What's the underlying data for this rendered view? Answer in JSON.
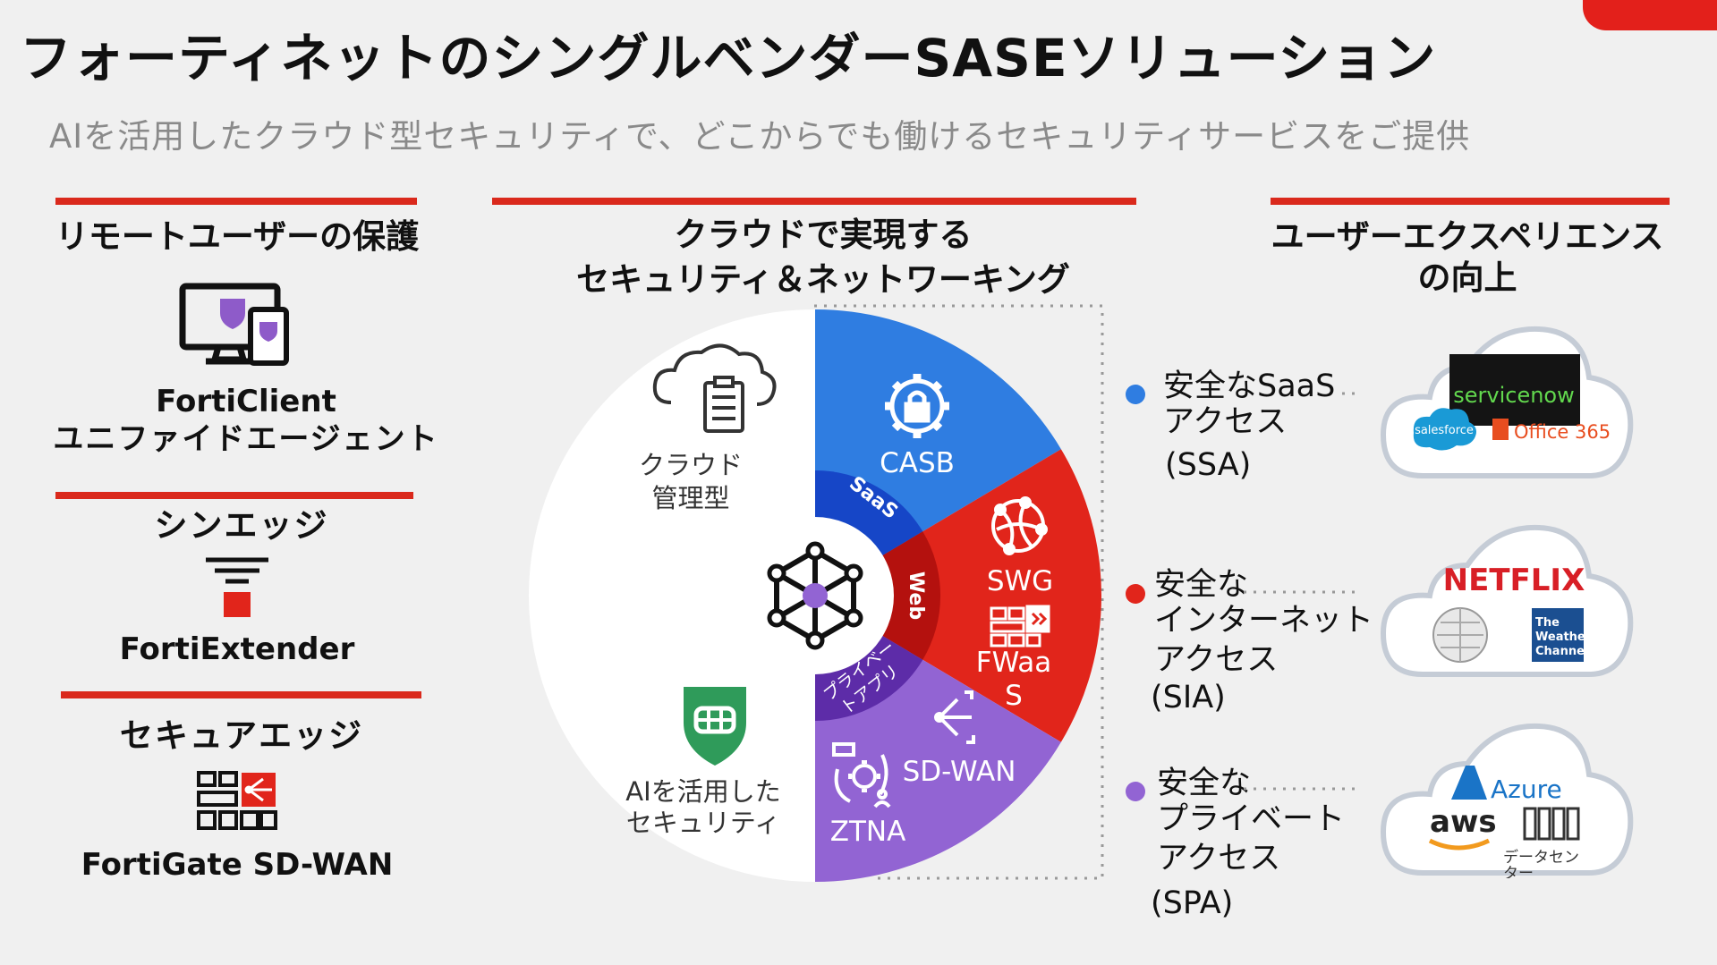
{
  "title": "フォーティネットのシングルベンダーSASEソリューション",
  "subtitle": "AIを活用したクラウド型セキュリティで、どこからでも働けるセキュリティサービスをご提供",
  "left": {
    "heading": "リモートユーザーの保護",
    "items": [
      {
        "line1": "FortiClient",
        "line2": "ユニファイドエージェント"
      },
      {
        "label": "シンエッジ",
        "product": "FortiExtender"
      },
      {
        "label": "セキュアエッジ",
        "product": "FortiGate SD-WAN"
      }
    ]
  },
  "center": {
    "heading_line1": "クラウドで実現する",
    "heading_line2": "セキュリティ＆ネットワーキング",
    "cloud_label_line1": "クラウド",
    "cloud_label_line2": "管理型",
    "ai_label_line1": "AIを活用した",
    "ai_label_line2": "セキュリティ",
    "segments": {
      "casb": "CASB",
      "saas": "SaaS",
      "swg": "SWG",
      "web": "Web",
      "fwaas_line1": "FWaa",
      "fwaas_line2": "S",
      "sdwan": "SD-WAN",
      "ztna": "ZTNA",
      "private_line1": "プライベー",
      "private_line2": "トアプリ"
    },
    "colors": {
      "blue": "#2f7de1",
      "blue_dark": "#1646c7",
      "red": "#e1251b",
      "red_dark": "#b4110e",
      "purple": "#9264d3",
      "purple_dark": "#5d2ca8"
    }
  },
  "right": {
    "heading_line1": "ユーザーエクスペリエンス",
    "heading_line2": "の向上",
    "access": [
      {
        "line1": "安全なSaaS",
        "line2": "アクセス",
        "line3": "(SSA)",
        "color": "#2f7de1"
      },
      {
        "line1": "安全な",
        "line2": "インターネット",
        "line3": "アクセス",
        "line4": "(SIA)",
        "color": "#e1251b"
      },
      {
        "line1": "安全な",
        "line2": "プライベート",
        "line3": "アクセス",
        "line4": "(SPA)",
        "color": "#9264d3"
      }
    ],
    "clouds": {
      "saas": {
        "servicenow": "servicenow",
        "salesforce": "salesforce",
        "office": "Office 365"
      },
      "internet": {
        "netflix": "NETFLIX",
        "weather_line1": "The",
        "weather_line2": "Weather",
        "weather_line3": "Channel"
      },
      "private": {
        "azure": "Azure",
        "aws": "aws",
        "datacenter_line1": "データセン",
        "datacenter_line2": "ター"
      }
    }
  }
}
